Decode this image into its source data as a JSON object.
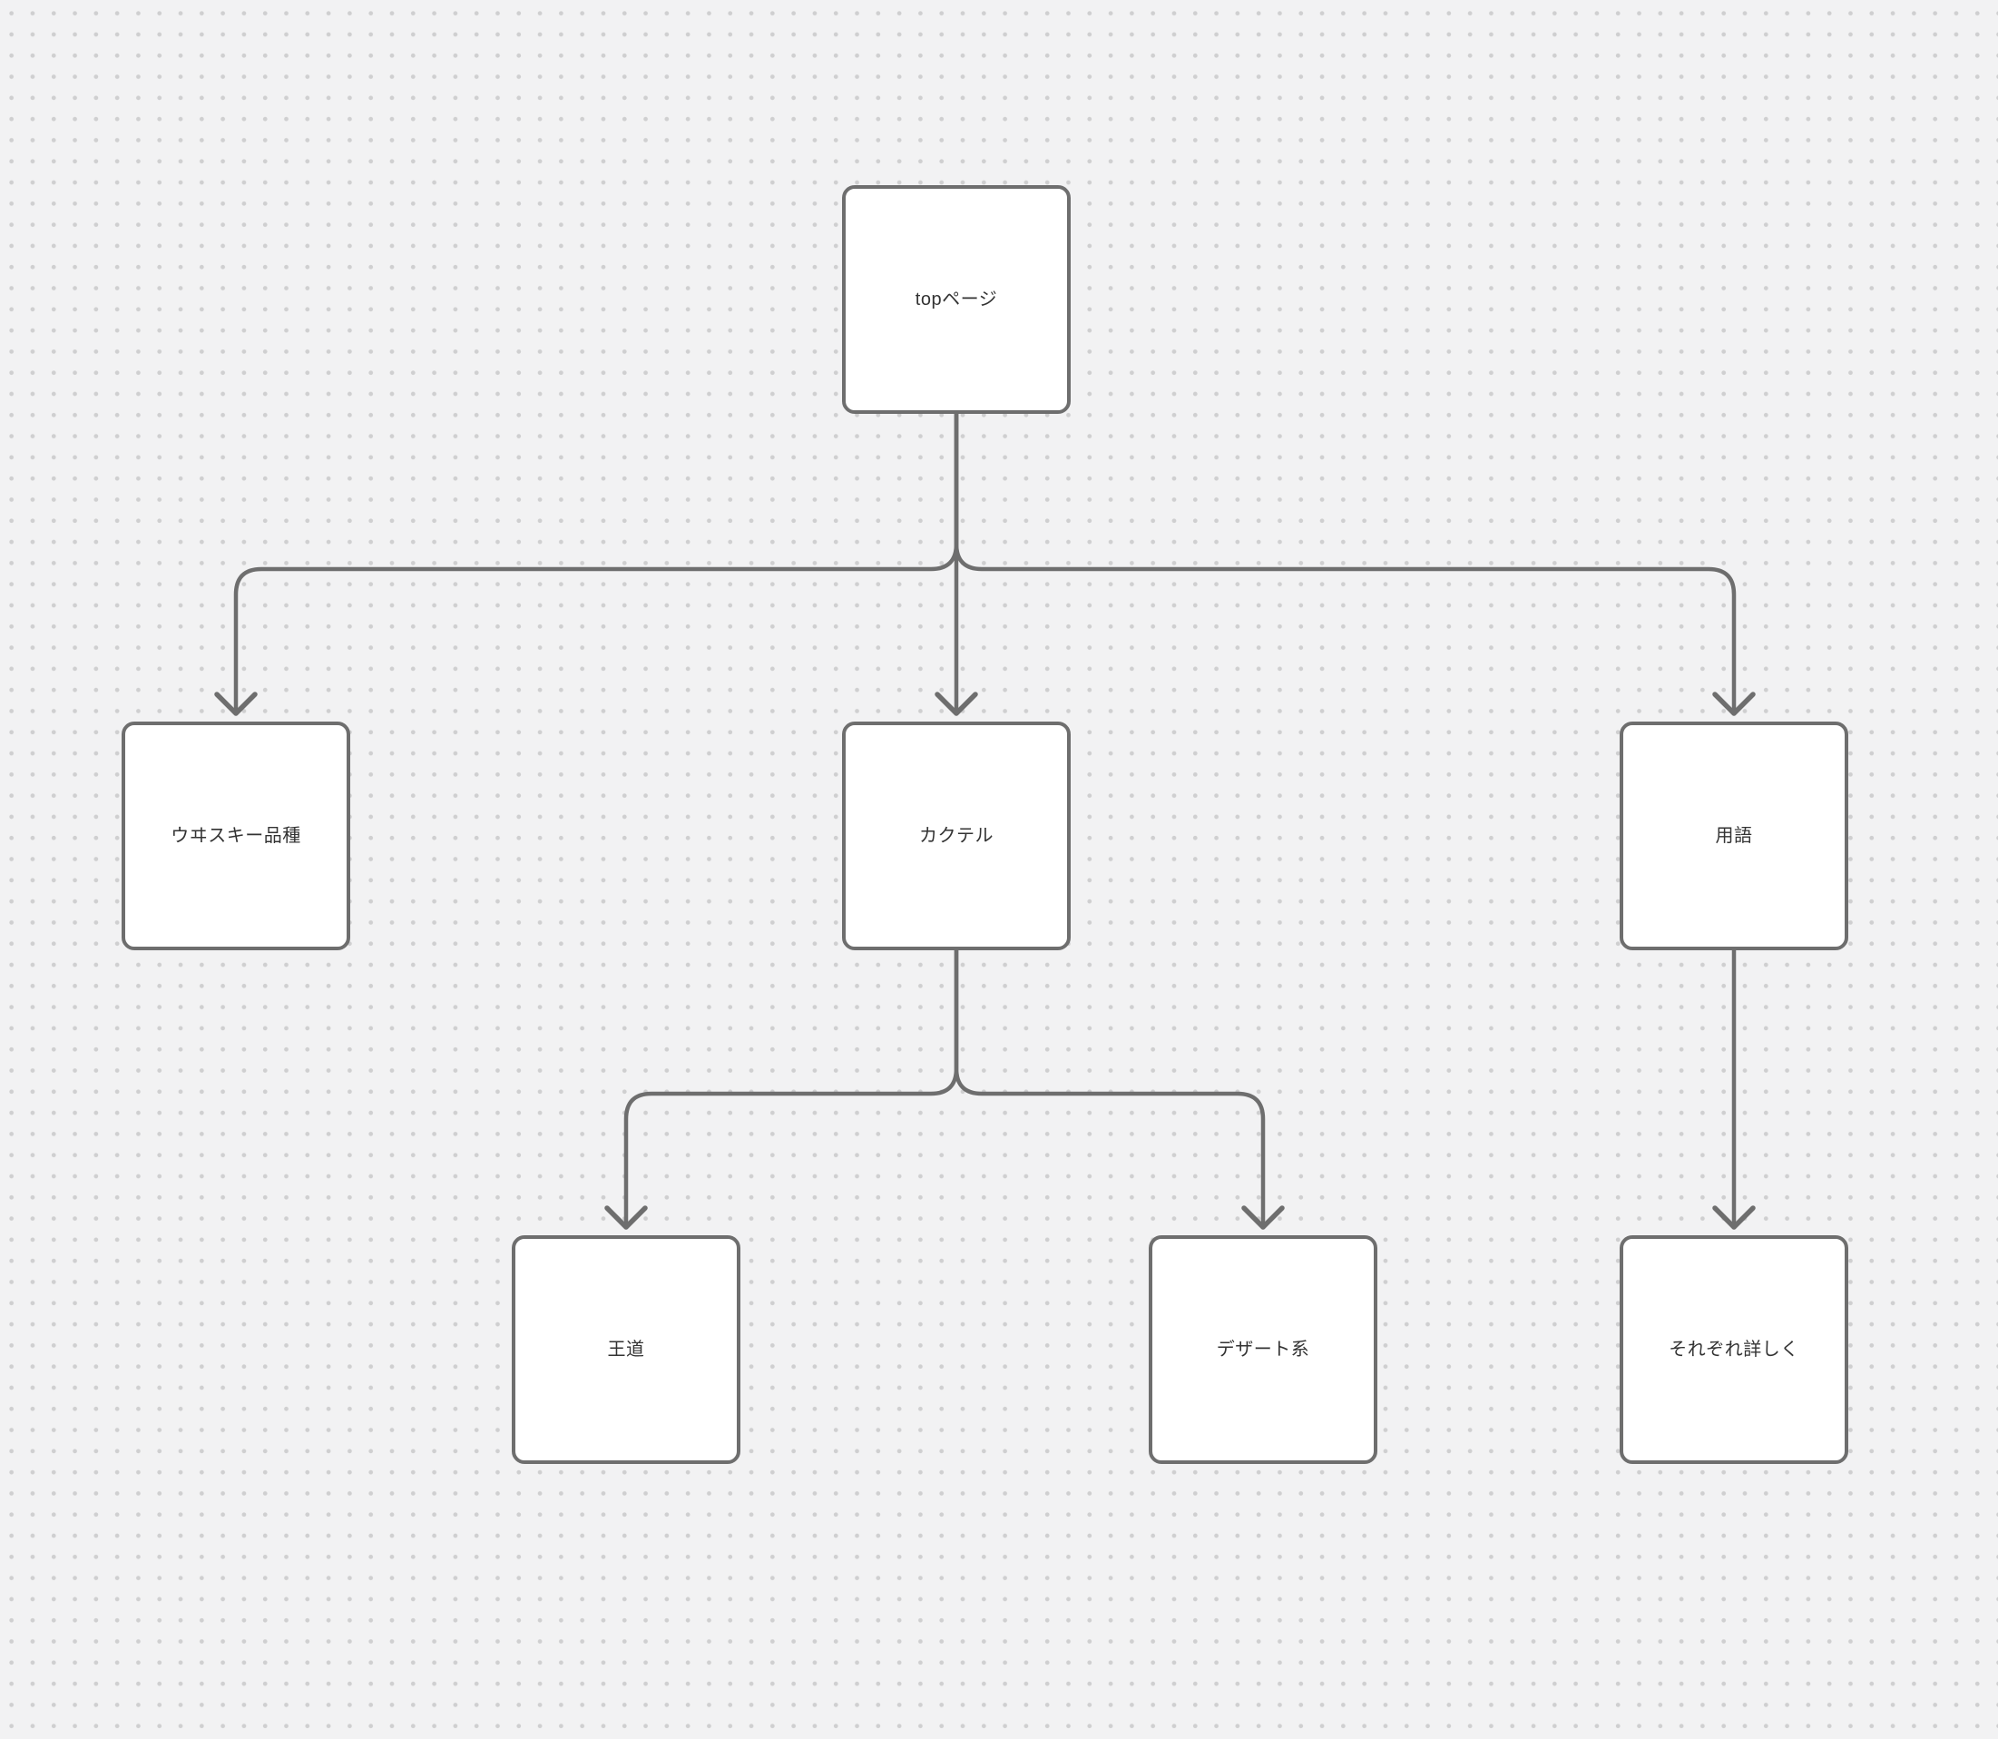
{
  "canvas": {
    "background_color": "#f2f2f3",
    "dot_grid_color": "#cfcfd0",
    "stroke_color": "#6e6e6e",
    "node_fill_color": "#ffffff",
    "text_color": "#333333"
  },
  "nodes": [
    {
      "id": "top-page",
      "label": "topページ"
    },
    {
      "id": "whisky-varieties",
      "label": "ウヰスキー品種"
    },
    {
      "id": "cocktail",
      "label": "カクテル"
    },
    {
      "id": "terms",
      "label": "用語"
    },
    {
      "id": "classic",
      "label": "王道"
    },
    {
      "id": "dessert",
      "label": "デザート系"
    },
    {
      "id": "each-in-detail",
      "label": "それぞれ詳しく"
    }
  ],
  "connectors": [
    {
      "from": "top-page",
      "to": "whisky-varieties",
      "arrow": "down"
    },
    {
      "from": "top-page",
      "to": "cocktail",
      "arrow": "down"
    },
    {
      "from": "top-page",
      "to": "terms",
      "arrow": "down"
    },
    {
      "from": "cocktail",
      "to": "classic",
      "arrow": "down"
    },
    {
      "from": "cocktail",
      "to": "dessert",
      "arrow": "down"
    },
    {
      "from": "terms",
      "to": "each-in-detail",
      "arrow": "down"
    }
  ]
}
